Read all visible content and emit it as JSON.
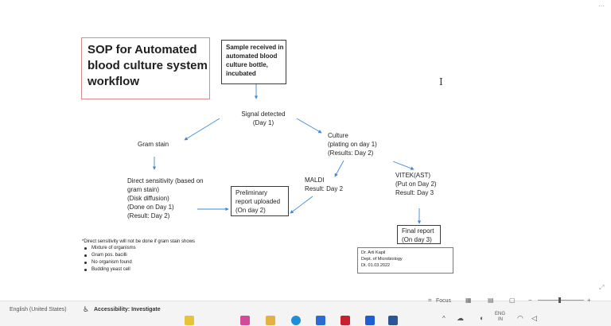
{
  "title": {
    "line1": "SOP for Automated",
    "line2": "blood culture system",
    "line3": "workflow"
  },
  "nodes": {
    "sample": [
      "Sample received in",
      "automated blood",
      "culture bottle,",
      "incubated"
    ],
    "signal": [
      "Signal detected",
      "(Day 1)"
    ],
    "gram": [
      "Gram stain"
    ],
    "culture": [
      "Culture",
      "(plating on day 1)",
      "(Results: Day 2)"
    ],
    "direct": [
      "Direct sensitivity (based on",
      "gram stain)",
      "(Disk diffusion)",
      "(Done on Day 1)",
      "(Result: Day 2)"
    ],
    "maldi": [
      "MALDI",
      "Result: Day 2"
    ],
    "prelim": [
      "Preliminary",
      "report uploaded",
      "(On day 2)"
    ],
    "vitek": [
      "VITEK(AST)",
      "(Put on Day 2)",
      "Result: Day 3"
    ],
    "final": [
      "Final report",
      "(On day 3)"
    ]
  },
  "note": {
    "title": "*Direct sensitivity will not be done if gram stain shows",
    "items": [
      "Mixture of organisms",
      "Gram pos. bacilli",
      "No organism found",
      "Budding yeast cell"
    ]
  },
  "signature": [
    "Dr. Arti Kapil",
    "Dept. of Microbiology",
    "Dt. 01.03.2022"
  ],
  "status_bar": {
    "language": "English (United States)",
    "accessibility": "Accessibility: Investigate",
    "focus": "Focus",
    "tray_lang": "ENG",
    "tray_region": "IN"
  },
  "colors": {
    "arrow": "#3b8ad9",
    "title_border": "#d98a8a"
  }
}
